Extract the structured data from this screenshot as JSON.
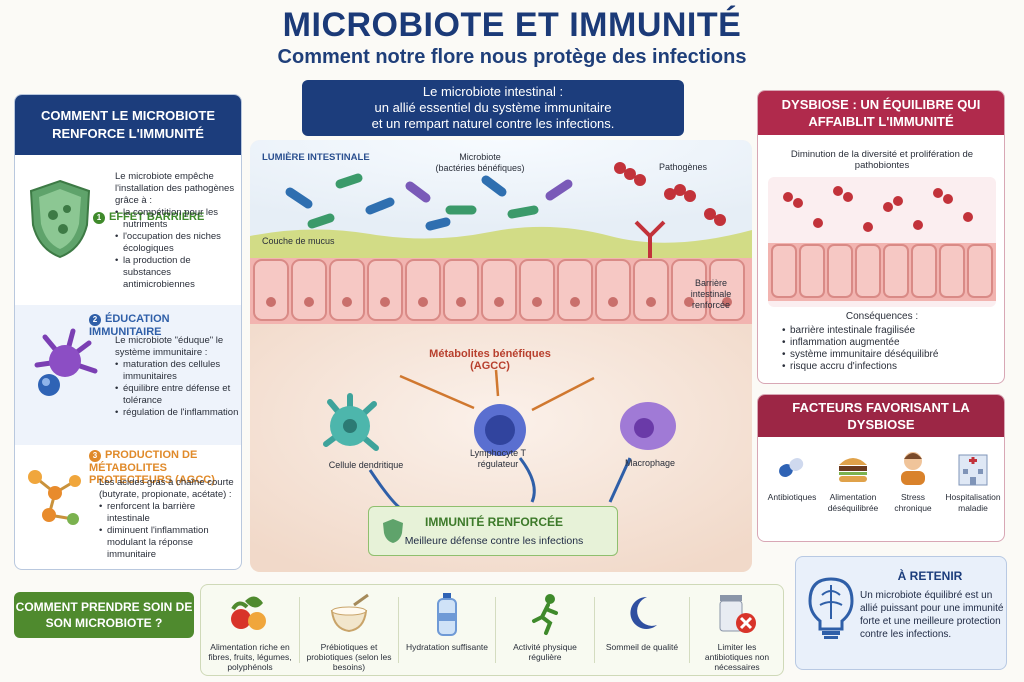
{
  "header": {
    "title": "MICROBIOTE ET IMMUNITÉ",
    "subtitle": "Comment notre flore nous protège des infections"
  },
  "left_panel": {
    "title": "COMMENT LE MICROBIOTE RENFORCE L'IMMUNITÉ",
    "sections": [
      {
        "number": "1",
        "title": "EFFET BARRIÈRE",
        "intro": "Le microbiote empêche l'installation des pathogènes grâce à :",
        "bullets": [
          "la compétition pour les nutriments",
          "l'occupation des niches écologiques",
          "la production de substances antimicrobiennes"
        ]
      },
      {
        "number": "2",
        "title": "ÉDUCATION IMMUNITAIRE",
        "intro": "Le microbiote \"éduque\" le système immunitaire :",
        "bullets": [
          "maturation des cellules immunitaires",
          "équilibre entre défense et tolérance",
          "régulation de l'inflammation"
        ]
      },
      {
        "number": "3",
        "title": "PRODUCTION DE MÉTABOLITES PROTECTEURS (AGCC)",
        "intro": "Les acides gras à chaîne courte (butyrate, propionate, acétate) :",
        "bullets": [
          "renforcent la barrière intestinale",
          "diminuent l'inflammation modulant la réponse immunitaire"
        ]
      }
    ]
  },
  "banner": {
    "line1": "Le microbiote intestinal :",
    "line2": "un allié essentiel du système immunitaire",
    "line3": "et un rempart naturel contre les infections."
  },
  "illustration": {
    "lumen": "LUMIÈRE INTESTINALE",
    "microbiote": "Microbiote",
    "microbiote_sub": "(bactéries bénéfiques)",
    "pathogens": "Pathogènes",
    "mucus": "Couche de mucus",
    "barrier": "Barrière intestinale renforcée",
    "metabolites": "Métabolites bénéfiques",
    "metabolites_sub": "(AGCC)",
    "dendritic": "Cellule dendritique",
    "lymphocyte": "Lymphocyte T régulateur",
    "macrophage": "Macrophage"
  },
  "result": {
    "title": "IMMUNITÉ RENFORCÉE",
    "text": "Meilleure défense contre les infections"
  },
  "dysbiosis": {
    "title": "DYSBIOSE : UN ÉQUILIBRE QUI AFFAIBLIT L'IMMUNITÉ",
    "caption": "Diminution de la diversité et prolifération de pathobiontes",
    "consequences_title": "Conséquences :",
    "consequences": [
      "barrière intestinale fragilisée",
      "inflammation augmentée",
      "système immunitaire déséquilibré",
      "risque accru d'infections"
    ]
  },
  "factors": {
    "title": "FACTEURS FAVORISANT LA DYSBIOSE",
    "items": [
      {
        "label": "Antibiotiques",
        "icon": "pill-icon"
      },
      {
        "label": "Alimentation déséquilibrée",
        "icon": "burger-icon"
      },
      {
        "label": "Stress chronique",
        "icon": "stress-person-icon"
      },
      {
        "label": "Hospitalisation maladie",
        "icon": "hospital-icon"
      }
    ]
  },
  "retain": {
    "title": "À RETENIR",
    "text": "Un microbiote équilibré est un allié puissant pour une immunité forte et une meilleure protection contre les infections."
  },
  "care": {
    "title": "COMMENT PRENDRE SOIN DE SON MICROBIOTE ?",
    "items": [
      {
        "label": "Alimentation riche en fibres, fruits, légumes, polyphénols",
        "icon": "vegetables-icon"
      },
      {
        "label": "Prébiotiques et probiotiques (selon les besoins)",
        "icon": "yogurt-icon"
      },
      {
        "label": "Hydratation suffisante",
        "icon": "water-bottle-icon"
      },
      {
        "label": "Activité physique régulière",
        "icon": "runner-icon"
      },
      {
        "label": "Sommeil de qualité",
        "icon": "moon-icon"
      },
      {
        "label": "Limiter les antibiotiques non nécessaires",
        "icon": "no-pills-icon"
      }
    ]
  },
  "colors": {
    "navy": "#1c3d7c",
    "green": "#4f8a2e",
    "crimson": "#b02a4c",
    "orange": "#e08a2a",
    "purple": "#6a3aa8"
  }
}
